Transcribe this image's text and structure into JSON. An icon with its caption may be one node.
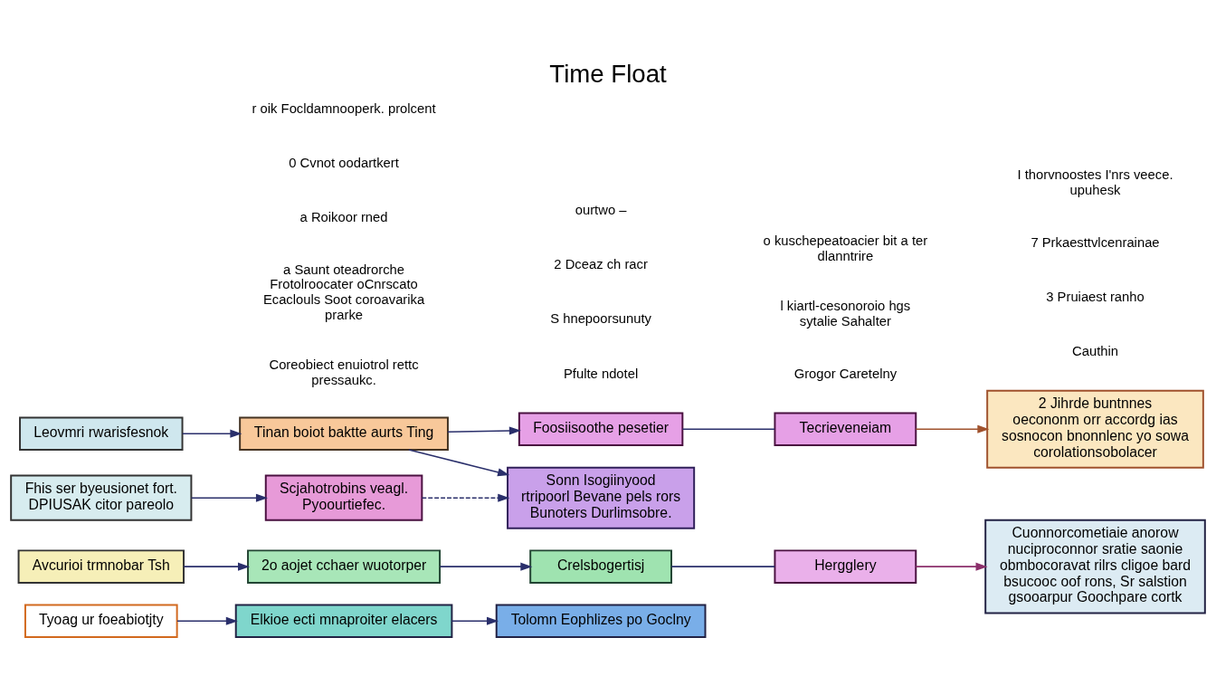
{
  "diagram": {
    "title": "Time Float",
    "nodes": [
      {
        "text": [
          "Tyoag ur foeabiotjty"
        ]
      },
      {
        "text": [
          "Avcurioi trmnobar Tsh"
        ]
      },
      {
        "text": [
          "Leovmri rwarisfesnok"
        ]
      },
      {
        "text": [
          "Fhis ser byeusionet fort. DPIUSAK citor pareolo"
        ]
      },
      {
        "text": [
          "Elkioe ecti mnaproiter elacers"
        ]
      },
      {
        "text": [
          "2o aojet cchaer wuotorper"
        ]
      },
      {
        "text": [
          "Tinan boiot baktte aurts Ting"
        ]
      },
      {
        "text": [
          "Scjahotrobins veagl. Pyoourtiefec."
        ]
      },
      {
        "text": [
          "Tolomn Eophlizes po Goclny"
        ]
      },
      {
        "text": [
          "Crelsbogertisj"
        ]
      },
      {
        "text": [
          "Foosiisoothe pesetier"
        ]
      },
      {
        "text": [
          "Hergglery"
        ]
      },
      {
        "text": [
          "Tecrieveneiam"
        ]
      },
      {
        "text": [
          "Sonn Isogiinyood",
          "rtripoorl Bevane pels rors Bunoters Durlimsobre."
        ]
      },
      {
        "text": [
          "2 Jihrde buntnnes",
          "oecononm orr accordg ias sosnocon bnonnlenc yo sowa corolationsobolacer"
        ]
      },
      {
        "text": [
          "Cuonnorcometiaie anorow nuciproconnor sratie saonie obmbocoravat rilrs cligoe bard bsucooc oof rons, Sr salstion gsooarpur Goochpare cortk"
        ]
      }
    ],
    "edges": [
      {
        "from": 0,
        "to": 4,
        "arrow": "to"
      },
      {
        "from": 1,
        "to": 5,
        "arrow": "to"
      },
      {
        "from": 2,
        "to": 6,
        "arrow": "to"
      },
      {
        "from": 3,
        "to": 7,
        "arrow": "to"
      },
      {
        "from": 4,
        "to": 8,
        "arrow": "to"
      },
      {
        "from": 5,
        "to": 9,
        "arrow": "to"
      },
      {
        "from": 6,
        "to": 10,
        "arrow": "to"
      },
      {
        "from": 6,
        "to": 13,
        "arrow": "to"
      },
      {
        "from": 7,
        "to": 13,
        "arrow": "to",
        "style": "dashed"
      },
      {
        "from": 9,
        "to": 11,
        "arrow": "none"
      },
      {
        "from": 10,
        "to": 12,
        "arrow": "none"
      },
      {
        "from": 12,
        "to": 14,
        "arrow": "to",
        "color": "#a0522d"
      },
      {
        "from": 11,
        "to": 15,
        "arrow": "to",
        "color": "#8b2f6b"
      }
    ],
    "labels": [
      "Coreobiect enuiotrol rettc pressaukc.",
      "Grogor Caretelny",
      "l kiartl-cesonoroio hgs sytalie Sahalter",
      "o kuschepeatoacier bit a ter dlanntrire",
      "Cauthin",
      "a Saunt oteadrorche Frotolroocater oCnrscato Ecaclouls Soot coroavarika prarke",
      "a Roikoor rned",
      "0 Cvnot oodartkert",
      "r oik Focldamnooperk. prolcent",
      "Pfulte ndotel",
      "S hnepoorsunuty",
      "2 Dceaz ch racr",
      "ourtwo –",
      "3 Pruiaest ranho",
      "7 Prkaesttvlcenrainae",
      "I thorvnoostes I'nrs veece. upuhesk"
    ]
  }
}
